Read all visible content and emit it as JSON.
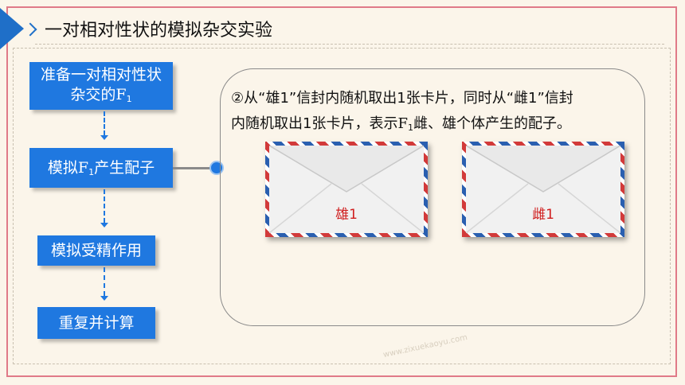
{
  "header": {
    "title": "一对相对性状的模拟杂交实验"
  },
  "steps": [
    {
      "line1": "准备一对相对性状",
      "line2_prefix": "杂交的",
      "line2_var": "F",
      "line2_sub": "1"
    },
    {
      "prefix": "模拟",
      "var": "F",
      "sub": "1",
      "suffix": "产生配子"
    },
    {
      "label": "模拟受精作用"
    },
    {
      "label": "重复并计算"
    }
  ],
  "content": {
    "line1": "②从“雄1”信封内随机取出1张卡片，同时从“雌1”信封",
    "line2_prefix": "内随机取出1张卡片，表示",
    "line2_var": "F",
    "line2_sub": "1",
    "line2_suffix": "雌、雄个体产生的配子。"
  },
  "envelopes": [
    {
      "label": "雄1"
    },
    {
      "label": "雌1"
    }
  ],
  "watermark": "www.zixuekaoyu.com",
  "colors": {
    "accent_blue": "#1f78e0",
    "frame_pink": "#e07a88",
    "envelope_label_red": "#d01e1e"
  },
  "icons": [
    "corner-triangle-icon",
    "chevron-right-icon",
    "envelope-icon"
  ]
}
